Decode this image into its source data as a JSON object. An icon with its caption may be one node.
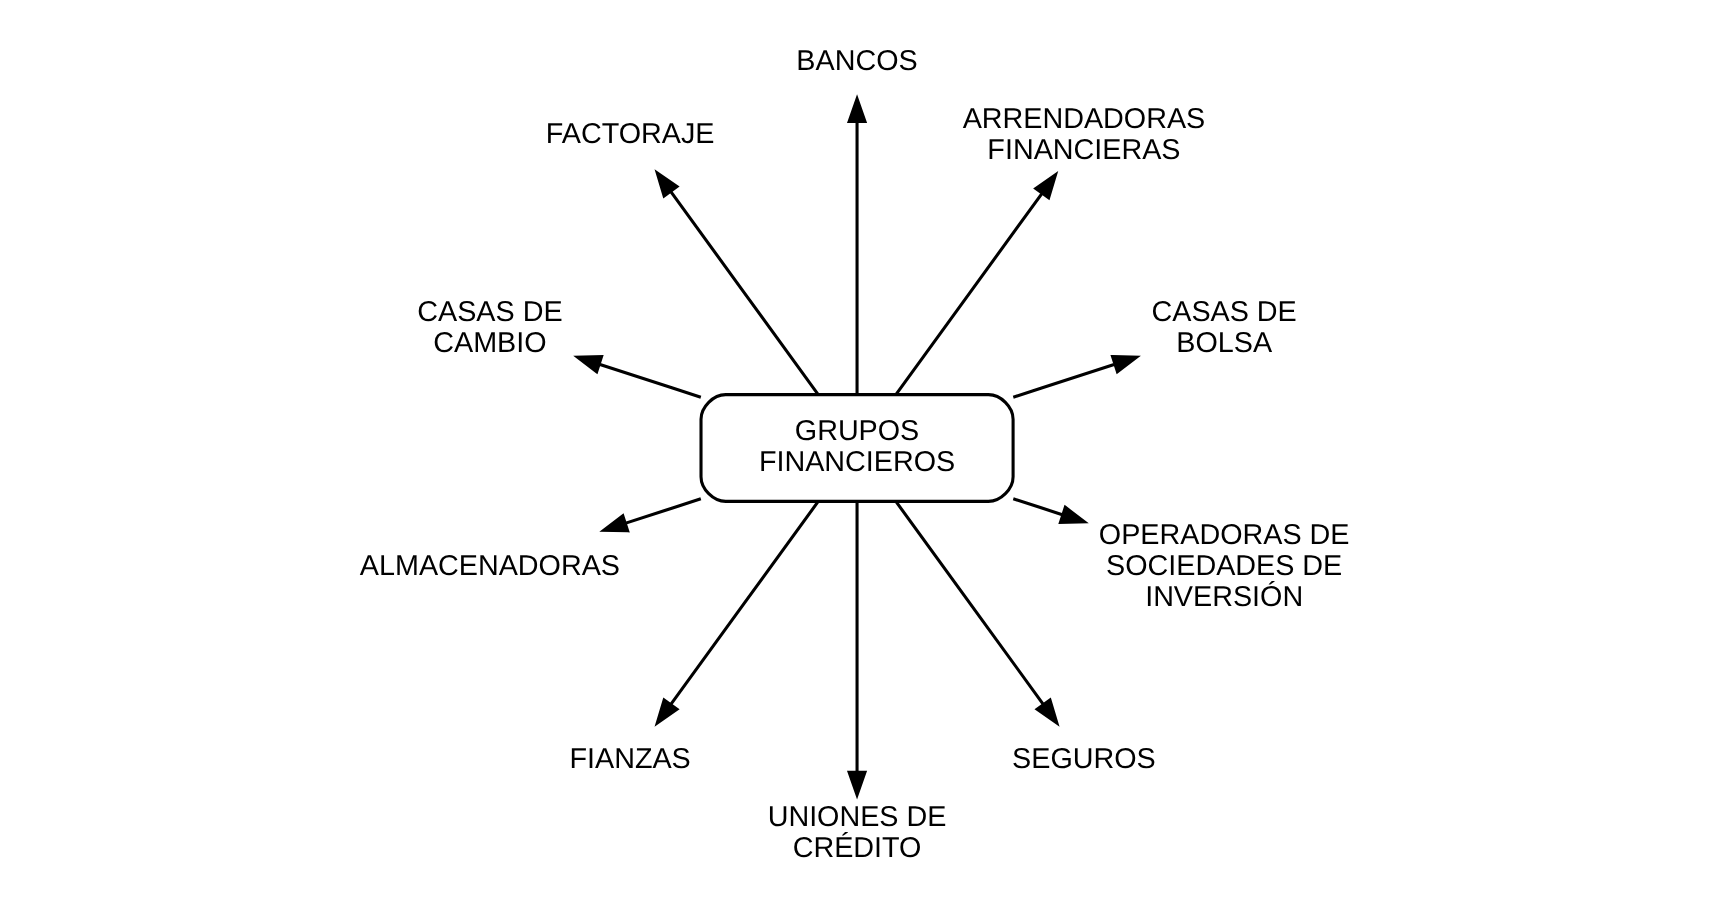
{
  "diagram": {
    "nodes": [
      {
        "text": [
          "GRUPOS FINANCIEROS"
        ]
      },
      {
        "text": [
          "CASAS DE BOLSA"
        ]
      },
      {
        "text": [
          "ARRENDADORAS FINANCIERAS"
        ]
      },
      {
        "text": [
          "BANCOS"
        ]
      },
      {
        "text": [
          "FACTORAJE"
        ]
      },
      {
        "text": [
          "CASAS DE CAMBIO"
        ]
      },
      {
        "text": [
          "ALMACENADORAS"
        ]
      },
      {
        "text": [
          "FIANZAS"
        ]
      },
      {
        "text": [
          "UNIONES DE CRÉDITO"
        ]
      },
      {
        "text": [
          "SEGUROS"
        ]
      },
      {
        "text": [
          "OPERADORAS DE SOCIEDADES DE INVERSIÓN"
        ]
      }
    ],
    "edges": [
      {
        "from": 0,
        "to": 1,
        "arrow": "to"
      },
      {
        "from": 0,
        "to": 2,
        "arrow": "to"
      },
      {
        "from": 0,
        "to": 4,
        "arrow": "to"
      },
      {
        "from": 0,
        "to": 6,
        "arrow": "to"
      },
      {
        "from": 0,
        "to": 8,
        "arrow": "to"
      },
      {
        "from": 0,
        "to": 10,
        "arrow": "to"
      },
      {
        "from": 0,
        "to": 9,
        "arrow": "to"
      },
      {
        "from": 0,
        "to": 7,
        "arrow": "to"
      },
      {
        "from": 0,
        "to": 5,
        "arrow": "to"
      },
      {
        "from": 0,
        "to": 3,
        "arrow": "to"
      }
    ]
  }
}
